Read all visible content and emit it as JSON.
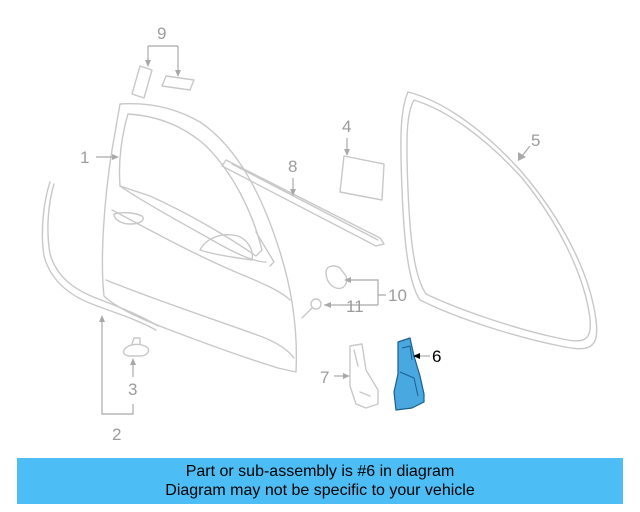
{
  "colors": {
    "highlight_part": "#4aa8e0",
    "banner_background": "#4cbef5",
    "line_art": "#c8c8c8",
    "callout_text": "#9c9c9c"
  },
  "diagram": {
    "callouts": {
      "c1": "1",
      "c2": "2",
      "c3": "3",
      "c4": "4",
      "c5": "5",
      "c6": "6",
      "c7": "7",
      "c8": "8",
      "c9": "9",
      "c10": "10",
      "c11": "11"
    },
    "highlighted_part": "6"
  },
  "banner": {
    "line1": "Part or sub-assembly is #6 in diagram",
    "line2": "Diagram may not be specific to your vehicle"
  }
}
